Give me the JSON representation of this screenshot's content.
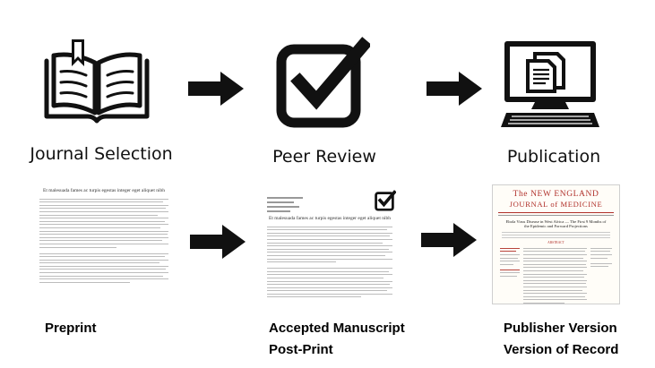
{
  "stages": {
    "journal_selection": "Journal Selection",
    "peer_review": "Peer Review",
    "publication": "Publication"
  },
  "documents": {
    "preprint": "Preprint",
    "accepted_line1": "Accepted Manuscript",
    "accepted_line2": "Post-Print",
    "publisher_line1": "Publisher Version",
    "publisher_line2": "Version of Record"
  },
  "thumbnails": {
    "manuscript_title": "Et malesuada fames ac turpis egestas integer eget aliquet nibh",
    "nejm_journal_line1": "The NEW ENGLAND",
    "nejm_journal_line2": "JOURNAL of MEDICINE",
    "nejm_section": "ABSTRACT",
    "nejm_article_title": "Ebola Virus Disease in West Africa — The First 9 Months of the Epidemic and Forward Projections"
  },
  "icons": {
    "journal": "open-book-icon",
    "review": "checkbox-check-icon",
    "publication": "computer-documents-icon",
    "arrow": "right-arrow-icon"
  },
  "colors": {
    "icon": "#111111",
    "nejm_red": "#b0302a"
  }
}
